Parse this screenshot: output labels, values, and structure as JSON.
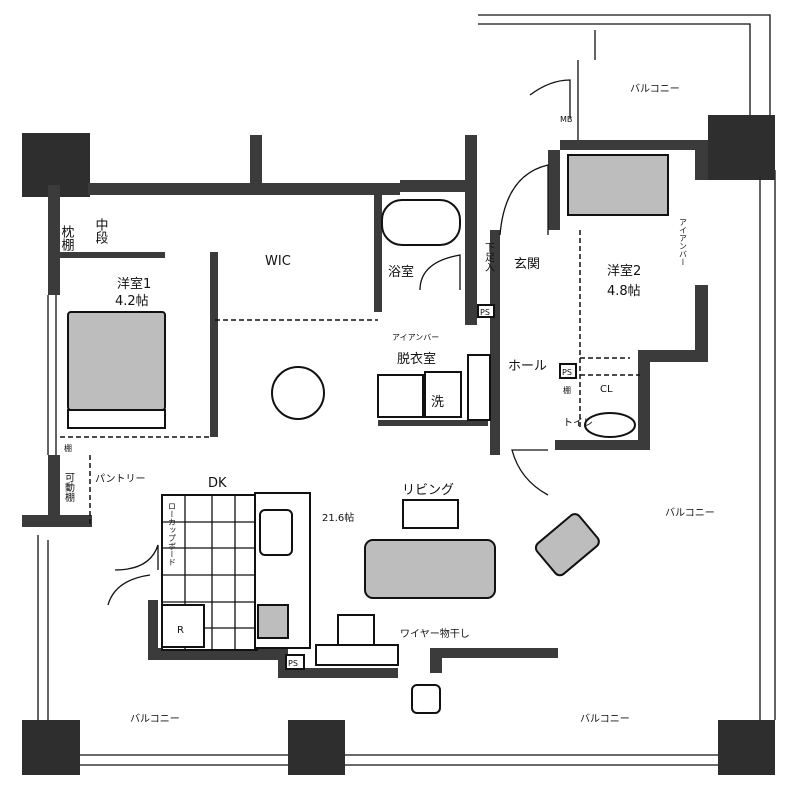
{
  "title": "Floor plan",
  "rooms": {
    "western_room_1": {
      "name": "洋室1",
      "size": "4.2帖"
    },
    "western_room_2": {
      "name": "洋室2",
      "size": "4.8帖"
    },
    "wic": "WIC",
    "bathroom": "浴室",
    "dressing_room": "脱衣室",
    "entrance": "玄関",
    "hall": "ホール",
    "toilet": "トイレ",
    "dk": "DK",
    "living": "リビング",
    "ldk_size": "21.6帖",
    "pantry": "パントリー"
  },
  "storage": {
    "pillow_shelf": "枕棚",
    "middle_shelf": "中段",
    "shoe_storage": "下足入",
    "shelf": "棚",
    "movable_shelf": "可動棚",
    "closet": "CL",
    "low_cupboard": "ローカップボード",
    "washer": "洗",
    "refrigerator": "R"
  },
  "fixtures": {
    "iron_bar_1": "アイアンバー",
    "iron_bar_2": "アイアンバー",
    "wire_dryer": "ワイヤー物干し",
    "ps_1": "PS",
    "ps_2": "PS",
    "ps_3": "PS",
    "mb": "MB"
  },
  "balconies": {
    "top": "バルコニー",
    "right": "バルコニー",
    "bottom_left": "バルコニー",
    "bottom_right": "バルコニー"
  },
  "colors": {
    "wall": "#3b3b3b",
    "furniture": "#bdbdbd"
  }
}
